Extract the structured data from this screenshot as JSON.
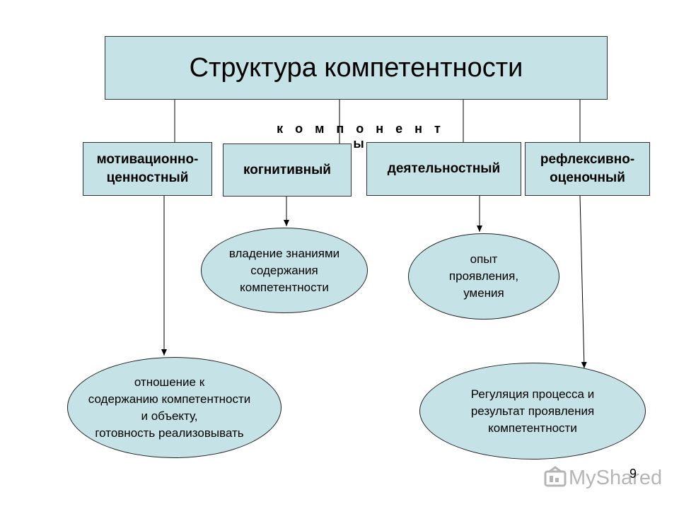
{
  "title": "Структура компетентности",
  "components_label": "к о м п о н е н т ы",
  "components": [
    {
      "label": "мотивационно-\nценностный"
    },
    {
      "label": "когнитивный"
    },
    {
      "label": "деятельностный"
    },
    {
      "label": "рефлексивно-\nоценочный"
    }
  ],
  "outcomes": {
    "cognitive": "владение знаниями\nсодержания\nкомпетентности",
    "activity": "опыт\nпроявления,\nумения",
    "motivational": "отношение к\nсодержанию компетентности\nи объекту,\nготовность реализовывать",
    "reflexive": "Регуляция процесса и\nрезультат проявления\nкомпетентности"
  },
  "page_number": "9",
  "watermark": {
    "text": "MyShared",
    "icon": "myshared-logo-icon"
  },
  "colors": {
    "fill": "#c5e3e6",
    "stroke": "#000000"
  }
}
